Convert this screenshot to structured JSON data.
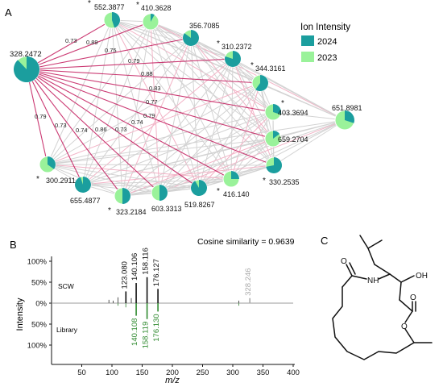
{
  "panels": {
    "a": "A",
    "b": "B",
    "c": "C"
  },
  "network": {
    "legend_title": "Ion Intensity",
    "legend": [
      {
        "label": "2024",
        "color": "#1b9e9e"
      },
      {
        "label": "2023",
        "color": "#9af29a"
      }
    ],
    "hub": {
      "label": "328.2472",
      "share_2024": 0.88
    },
    "nodes": [
      {
        "label": "552.3877",
        "star": true,
        "share_2024": 0.45
      },
      {
        "label": "410.3628",
        "star": true,
        "share_2024": 0.08
      },
      {
        "label": "356.7085",
        "star": false,
        "share_2024": 0.85
      },
      {
        "label": "310.2372",
        "star": true,
        "share_2024": 0.8
      },
      {
        "label": "344.3161",
        "star": true,
        "share_2024": 0.6
      },
      {
        "label": "403.3694",
        "star": true,
        "share_2024": 0.3
      },
      {
        "label": "651.8981",
        "star": false,
        "share_2024": 0.3
      },
      {
        "label": "659.2704",
        "star": false,
        "share_2024": 0.15
      },
      {
        "label": "330.2535",
        "star": true,
        "share_2024": 0.72
      },
      {
        "label": "416.140",
        "star": true,
        "share_2024": 0.25
      },
      {
        "label": "519.8267",
        "star": false,
        "share_2024": 0.92
      },
      {
        "label": "603.3313",
        "star": false,
        "share_2024": 0.5
      },
      {
        "label": "323.2184",
        "star": true,
        "share_2024": 0.5
      },
      {
        "label": "655.4877",
        "star": false,
        "share_2024": 0.95
      },
      {
        "label": "300.2911",
        "star": true,
        "share_2024": 0.35
      }
    ],
    "edge_labels": [
      "0.73",
      "0.89",
      "0.75",
      "0.79",
      "0.88",
      "0.83",
      "0.77",
      "0.79",
      "0.74",
      "0.73",
      "0.86",
      "0.74",
      "0.73",
      "0.79"
    ],
    "star_symbol": "*"
  },
  "spectrum": {
    "cosine_text": "Cosine similarity = 0.9639",
    "ylabel": "Intensity",
    "xlabel": "m/z",
    "yticks_top": [
      "100%",
      "50%",
      "0%"
    ],
    "yticks_bottom": [
      "50%",
      "100%"
    ],
    "xticks": [
      "50",
      "100",
      "150",
      "200",
      "250",
      "300",
      "350",
      "400"
    ],
    "top_label": "SCW",
    "bottom_label": "Library"
  },
  "structure": {
    "nh": "NH",
    "oh": "OH",
    "o_carbonyl1": "O",
    "o_carbonyl2": "O",
    "o_ring": "O"
  },
  "chart_data": {
    "type": "bar",
    "title": "",
    "xlabel": "m/z",
    "ylabel": "Intensity",
    "xlim": [
      0,
      400
    ],
    "ylim": [
      -100,
      100
    ],
    "series": [
      {
        "name": "SCW",
        "peaks": [
          {
            "mz": 95,
            "intensity": 8,
            "label": ""
          },
          {
            "mz": 102,
            "intensity": 6,
            "label": ""
          },
          {
            "mz": 110,
            "intensity": 14,
            "label": ""
          },
          {
            "mz": 123.08,
            "intensity": 28,
            "label": "123.080"
          },
          {
            "mz": 132,
            "intensity": 12,
            "label": ""
          },
          {
            "mz": 140.106,
            "intensity": 48,
            "label": "140.106"
          },
          {
            "mz": 158.116,
            "intensity": 62,
            "label": "158.116"
          },
          {
            "mz": 176.127,
            "intensity": 34,
            "label": "176.127"
          },
          {
            "mz": 310,
            "intensity": 6,
            "label": ""
          },
          {
            "mz": 328.246,
            "intensity": 12,
            "label": "328.246",
            "gray": true
          }
        ]
      },
      {
        "name": "Library",
        "peaks": [
          {
            "mz": 110,
            "intensity": -6,
            "label": ""
          },
          {
            "mz": 123,
            "intensity": -10,
            "label": ""
          },
          {
            "mz": 140.108,
            "intensity": -30,
            "label": "140.108"
          },
          {
            "mz": 158.119,
            "intensity": -38,
            "label": "158.119"
          },
          {
            "mz": 176.13,
            "intensity": -20,
            "label": "176.130"
          },
          {
            "mz": 310,
            "intensity": -6,
            "label": ""
          }
        ]
      }
    ]
  }
}
